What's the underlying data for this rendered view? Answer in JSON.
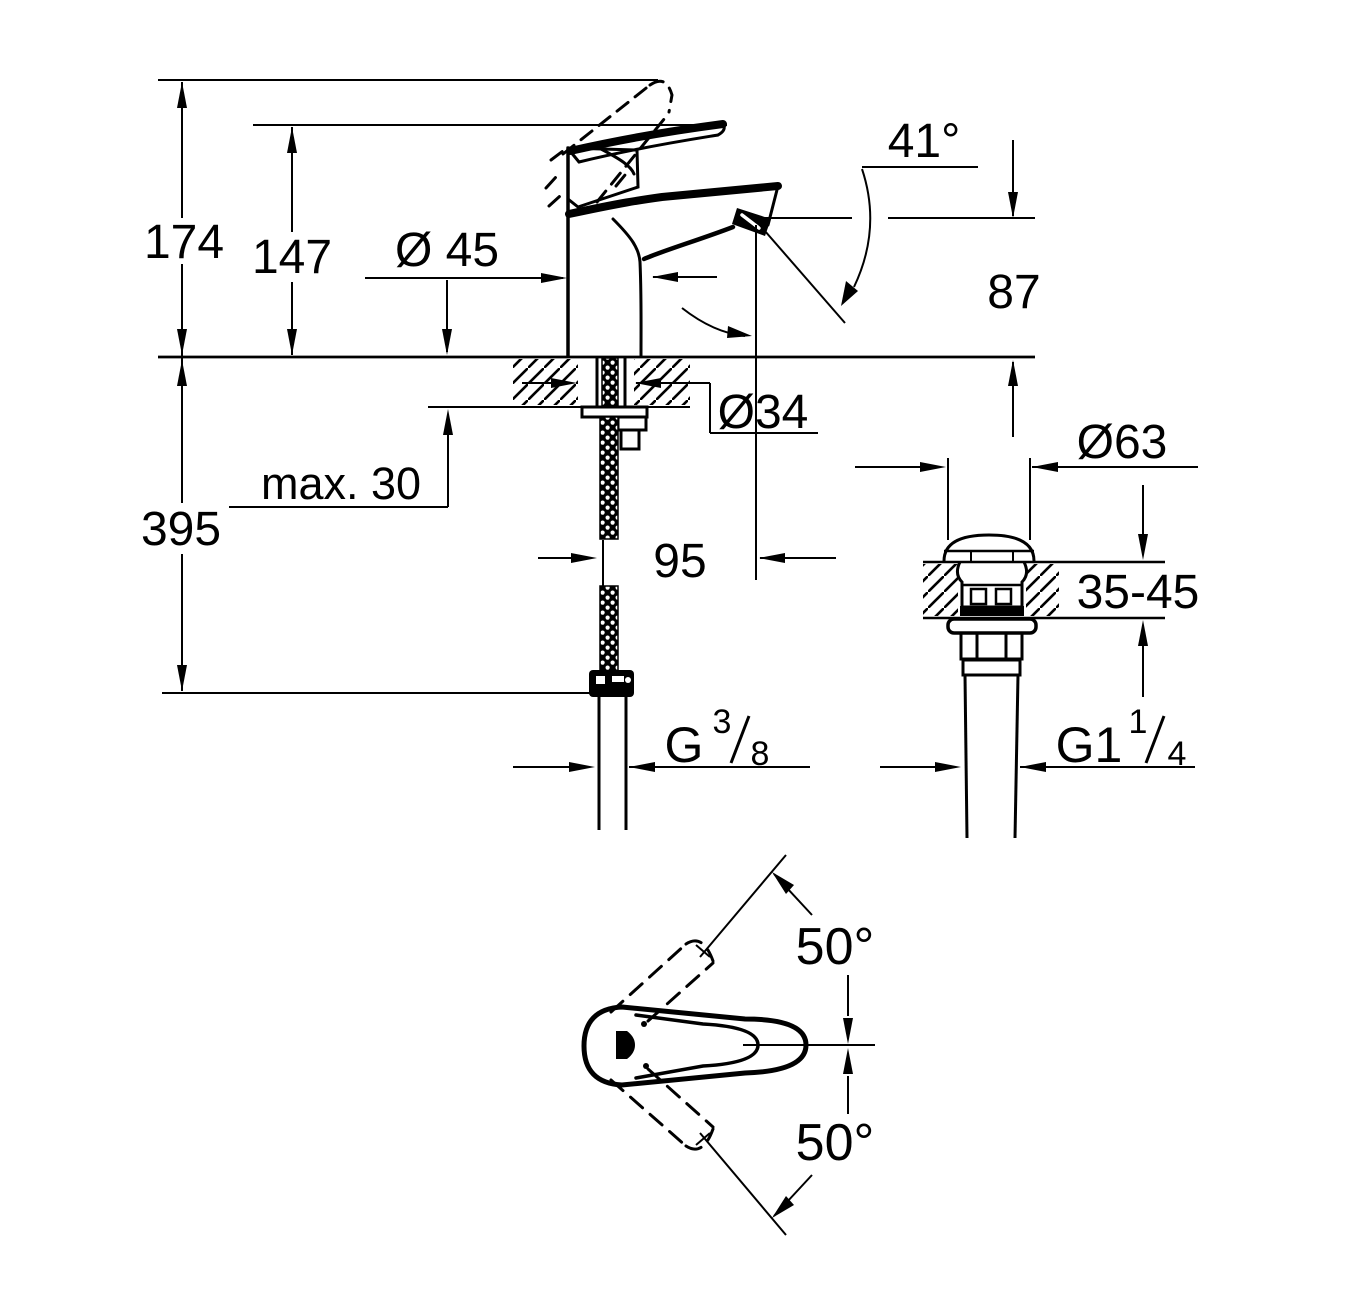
{
  "drawing": {
    "type": "technical-dimension-drawing",
    "subject": "single-lever basin mixer faucet with pop-up waste",
    "line_color": "#000000",
    "background_color": "#ffffff",
    "views": {
      "front": "faucet front view with mounting cross-section",
      "side": "pop-up waste drain cross-section",
      "top": "handle swivel top view"
    }
  },
  "dims": {
    "overall_height": "174",
    "tip_height": "147",
    "base_dia": "Ø 45",
    "spout_angle": "41°",
    "outlet_height": "87",
    "hole_dia": "Ø34",
    "max_thickness": "max. 30",
    "hose_length": "395",
    "reach": "95",
    "waste_dia": "Ø63",
    "counter_range": "35-45",
    "angle_up": "50°",
    "angle_down": "50°",
    "supply_g": "G",
    "supply_num": "3",
    "supply_den": "8",
    "waste_g": "G1",
    "waste_num": "1",
    "waste_den": "4"
  }
}
